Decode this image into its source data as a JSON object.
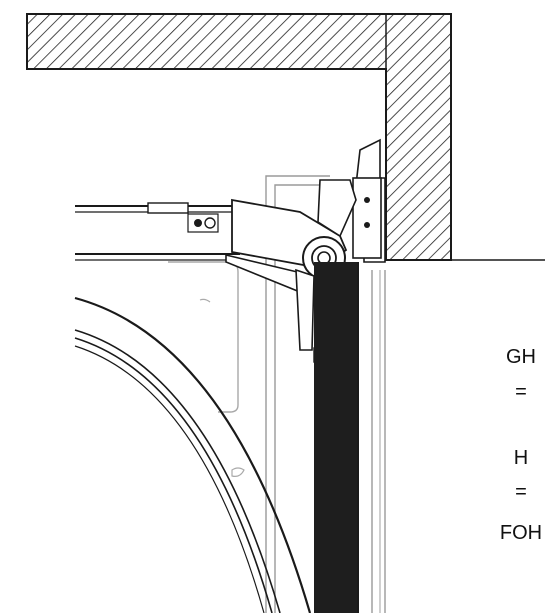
{
  "labels": {
    "gh": "GH",
    "eq1": "=",
    "h": "H",
    "eq2": "=",
    "foh": "FOH"
  },
  "colors": {
    "line": "#1a1a1a",
    "light_line": "#9a9a9a",
    "panel": "#1e1e1e",
    "background": "#ffffff"
  }
}
